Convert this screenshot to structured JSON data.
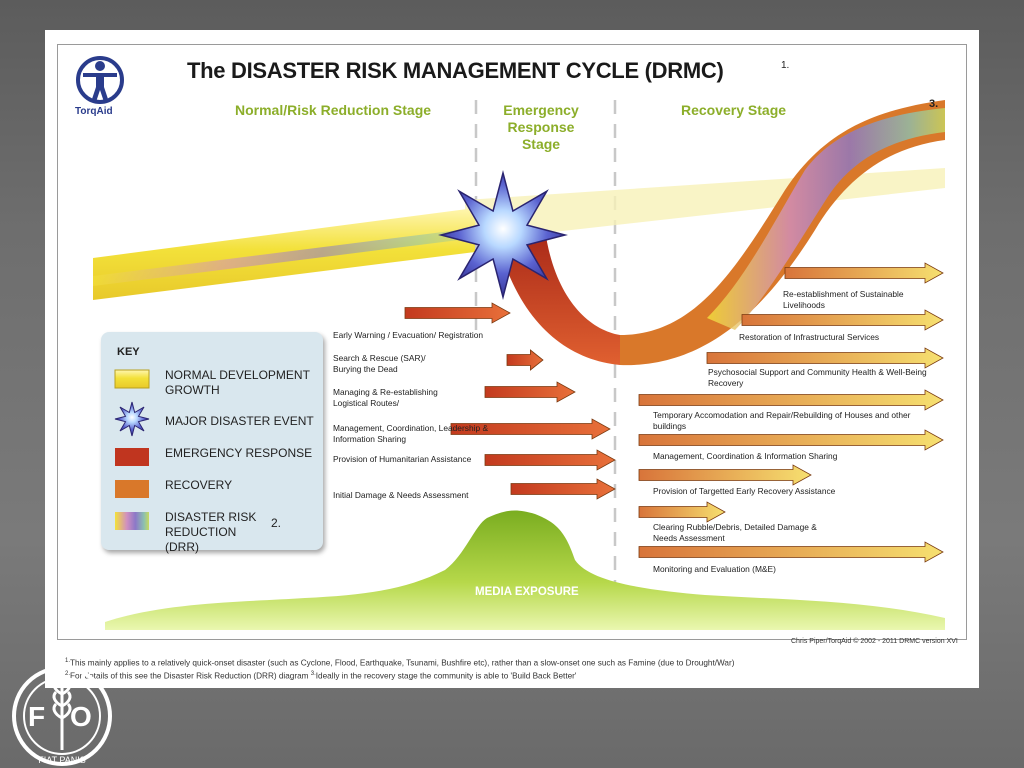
{
  "title": "The DISASTER RISK MANAGEMENT CYCLE (DRMC)",
  "title_footnote": "1.",
  "logo_text": "TorqAid",
  "stages": {
    "normal": "Normal/Risk Reduction Stage",
    "emergency": "Emergency Response Stage",
    "recovery": "Recovery Stage",
    "recovery_footnote": "3."
  },
  "emergency_labels": [
    "Early Warning / Evacuation/ Registration",
    "Search & Rescue (SAR)/ Burying the Dead",
    "Managing & Re-establishing Logistical Routes/",
    "Management, Coordination, Leadership & Information Sharing",
    "Provision of Humanitarian Assistance",
    "Initial Damage & Needs Assessment"
  ],
  "recovery_labels": [
    "Re-establishment of Sustainable Livelihoods",
    "Restoration of Infrastructural Services",
    "Psychosocial Support and Community Health & Well-Being Recovery",
    "Temporary Accomodation and Repair/Rebuilding of Houses and other buildings",
    "Management, Coordination & Information Sharing",
    "Provision of Targetted Early Recovery Assistance",
    "Clearing Rubble/Debris, Detailed Damage & Needs Assessment",
    "Monitoring and Evaluation (M&E)"
  ],
  "key": {
    "title": "KEY",
    "items": [
      "NORMAL DEVELOPMENT GROWTH",
      "MAJOR DISASTER EVENT",
      "EMERGENCY RESPONSE",
      "RECOVERY",
      "DISASTER RISK REDUCTION (DRR)"
    ],
    "drr_footnote": "2."
  },
  "media_exposure": "MEDIA EXPOSURE",
  "credit": "Chris Piper/TorqAid © 2002 - 2011 DRMC version XVI",
  "footnotes": [
    "This mainly applies to a relatively quick-onset disaster (such as Cyclone, Flood, Earthquake, Tsunami, Bushfire etc), rather than a slow-onset one such as Famine (due to Drought/War)",
    "For details of this see the Disaster Risk Reduction (DRR) diagram",
    "Ideally in the recovery stage the community is able to 'Build Back Better'"
  ],
  "fao_logo": {
    "letters": [
      "F",
      "O"
    ],
    "motto": "FIAT PANIS"
  },
  "colors": {
    "growth": "#f3e13a",
    "emergency": "#c0351f",
    "recovery": "#d9782a",
    "star": "#4a3aa8",
    "media": "#8cbf2a",
    "stage_text": "#8cae2a"
  }
}
